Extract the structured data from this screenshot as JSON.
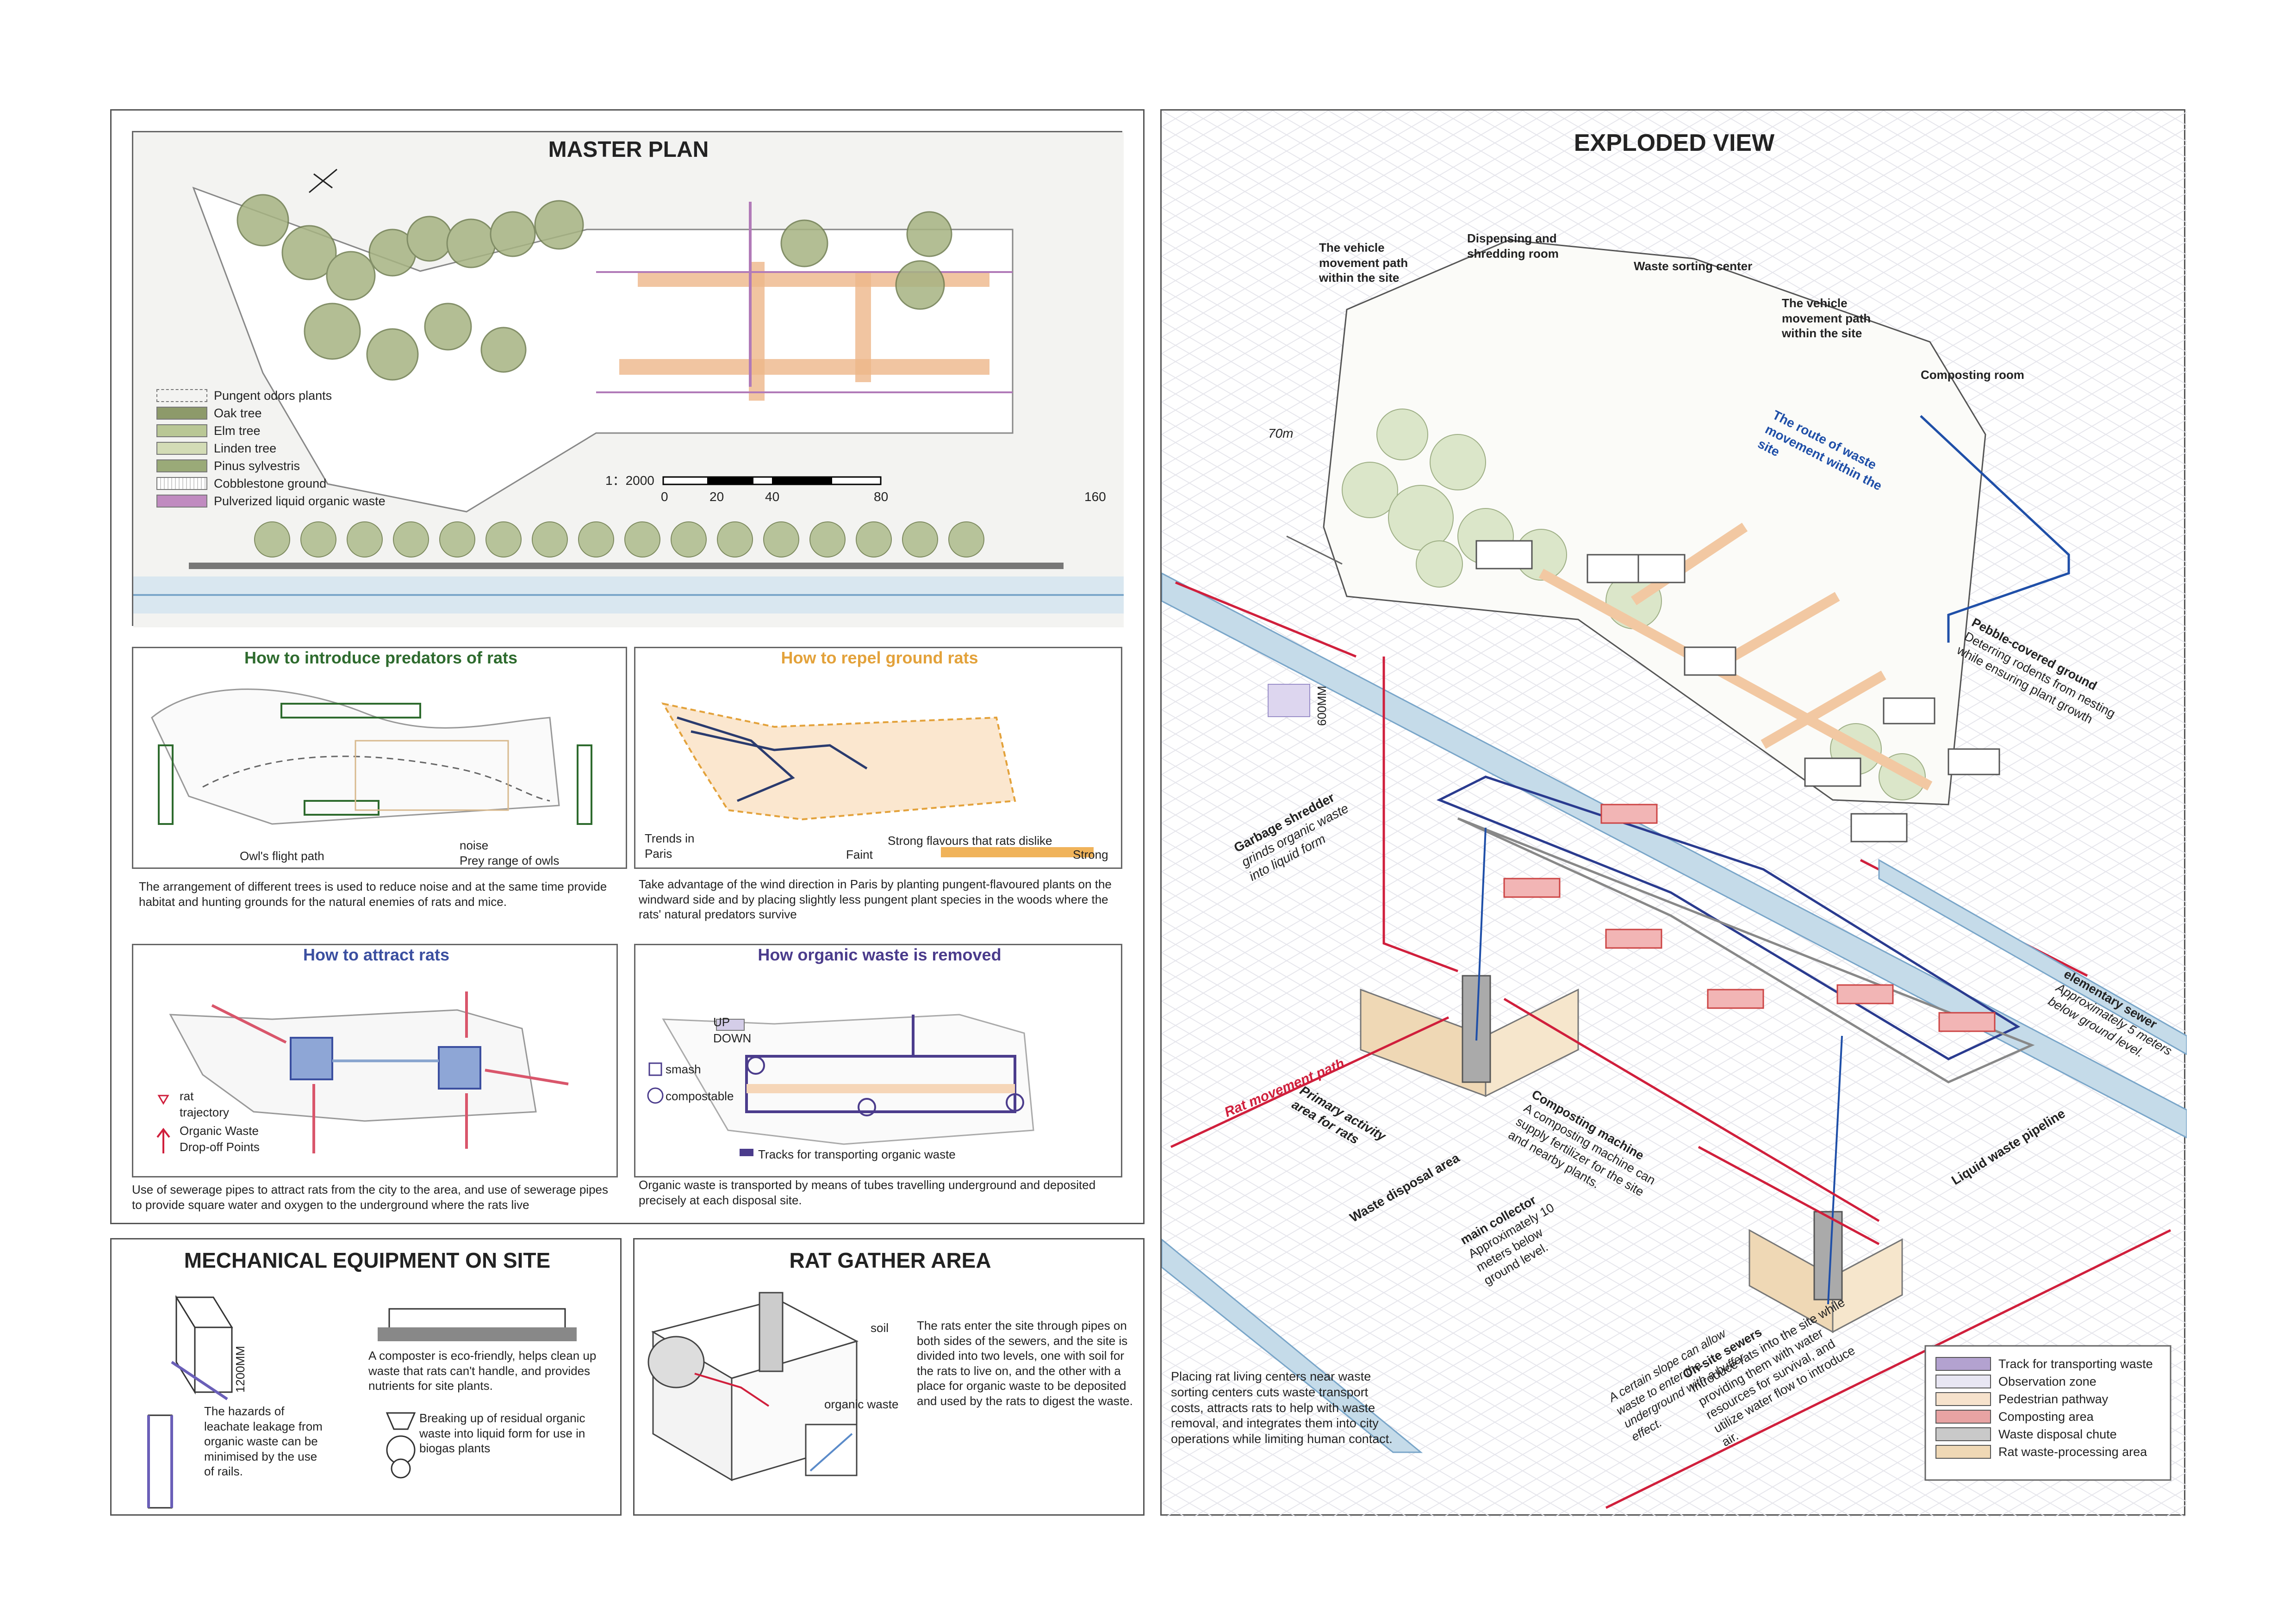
{
  "master_plan": {
    "title": "MASTER PLAN",
    "scale_label": "1：2000",
    "scale_ticks": [
      "0",
      "20",
      "40",
      "80",
      "160"
    ],
    "legend": [
      {
        "label": "Pungent odors plants",
        "color": "#ffffff"
      },
      {
        "label": "Oak tree",
        "color": "#8d9a6a"
      },
      {
        "label": "Elm tree",
        "color": "#b9c795"
      },
      {
        "label": "Linden tree",
        "color": "#d3dcb6"
      },
      {
        "label": "Pinus sylvestris",
        "color": "#9aaa78"
      },
      {
        "label": "Cobblestone ground",
        "color": "#eeeeee"
      },
      {
        "label": "Pulverized liquid organic waste",
        "color": "#c08bc0"
      }
    ]
  },
  "predators": {
    "title": "How to introduce predators of rats",
    "legend_path": "Owl's flight path",
    "legend_noise": "noise",
    "legend_prey": "Prey range of owls",
    "caption": "The arrangement of different trees is used to reduce noise and at the same time provide habitat and hunting grounds for the natural enemies of rats and mice."
  },
  "repel": {
    "title": "How to repel ground rats",
    "trends_label": "Trends in Paris",
    "flavours_label": "Strong flavours that rats dislike",
    "faint_label": "Faint",
    "strong_label": "Strong",
    "caption": "Take advantage of the wind direction in Paris by planting pungent-flavoured plants on the windward side and by placing slightly less pungent plant species in the woods where the rats' natural predators survive"
  },
  "attract": {
    "title": "How to attract rats",
    "legend_rat": "rat",
    "legend_trajectory": "trajectory",
    "legend_waste": "Organic Waste",
    "legend_dropoff": "Drop-off Points",
    "caption": "Use of sewerage pipes to attract rats from the city to the area, and use of sewerage pipes to provide square water and oxygen to the underground where the rats live"
  },
  "removed": {
    "title": "How organic waste is removed",
    "up": "UP",
    "down": "DOWN",
    "smash": "smash",
    "compostable": "compostable",
    "tracks": "Tracks for transporting organic waste",
    "caption": "Organic waste is transported by means of tubes travelling underground and deposited precisely at each disposal site."
  },
  "mechanical": {
    "title": "MECHANICAL EQUIPMENT ON SITE",
    "dim": "1200MM",
    "leachate": "The hazards of leachate leakage from organic waste can be minimised by the use of rails.",
    "composter": "A composter is eco-friendly, helps clean up waste that rats can't handle, and provides nutrients for site plants.",
    "breaking": "Breaking up of residual organic waste into liquid form for use in biogas plants"
  },
  "rat_gather": {
    "title": "RAT GATHER AREA",
    "soil": "soil",
    "organic_waste": "organic waste",
    "description": "The rats enter the site through pipes on both sides of the sewers, and the site is divided into two levels, one with soil for the rats to live on, and the other with a place for organic waste to be deposited and used by the rats to digest the waste."
  },
  "exploded": {
    "title": "EXPLODED VIEW",
    "vehicle_path_1": "The vehicle movement path within the site",
    "dispensing": "Dispensing and shredding room",
    "sorting": "Waste sorting center",
    "vehicle_path_2": "The vehicle movement path within the site",
    "composting_room": "Composting room",
    "route": "The route of waste movement within the site",
    "dim_70m": "70m",
    "dim_600": "600MM",
    "pebble_title": "Pebble-covered ground",
    "pebble_text": "Deterring rodents from nesting while ensuring plant growth",
    "shredder_title": "Garbage shredder",
    "shredder_text": "grinds organic waste into liquid form",
    "sewer_title": "elementary sewer",
    "sewer_text": "Approximately 5 meters below ground level.",
    "rat_path": "Rat movement path",
    "primary": "Primary activity area for rats",
    "disposal": "Waste disposal area",
    "composting_title": "Composting machine",
    "composting_text": "A composting machine can supply fertilizer for the site and nearby plants.",
    "liquid_pipeline": "Liquid waste pipeline",
    "collector_title": "main collector",
    "collector_text": "Approximately 10 meters below ground level.",
    "slope": "A certain slope can allow waste to enter the underground with a buffer effect.",
    "onsite_title": "On-site sewers",
    "onsite_text": "Introduce rats into the site while providing them with water resources for survival, and utilize water flow to introduce air.",
    "placing_text": "Placing rat living centers near waste sorting centers cuts waste transport costs, attracts rats to help with waste removal, and integrates them into city operations while limiting human contact.",
    "legend": [
      {
        "label": "Track for transporting waste",
        "color": "#b3a2d0"
      },
      {
        "label": "Observation zone",
        "color": "#e8e6f3"
      },
      {
        "label": "Pedestrian pathway",
        "color": "#f6e2cc"
      },
      {
        "label": "Composting area",
        "color": "#e8a3a3"
      },
      {
        "label": "Waste disposal chute",
        "color": "#c9c9c9"
      },
      {
        "label": "Rat waste-processing area",
        "color": "#efd8b5"
      }
    ]
  },
  "colors": {
    "predator_green": "#2e6b2e",
    "repel_orange": "#e3a23b",
    "attract_blue": "#3b4fa0",
    "removed_purple": "#4b3c8c",
    "route_blue": "#1f4fa8",
    "rat_red": "#d01f3c"
  }
}
